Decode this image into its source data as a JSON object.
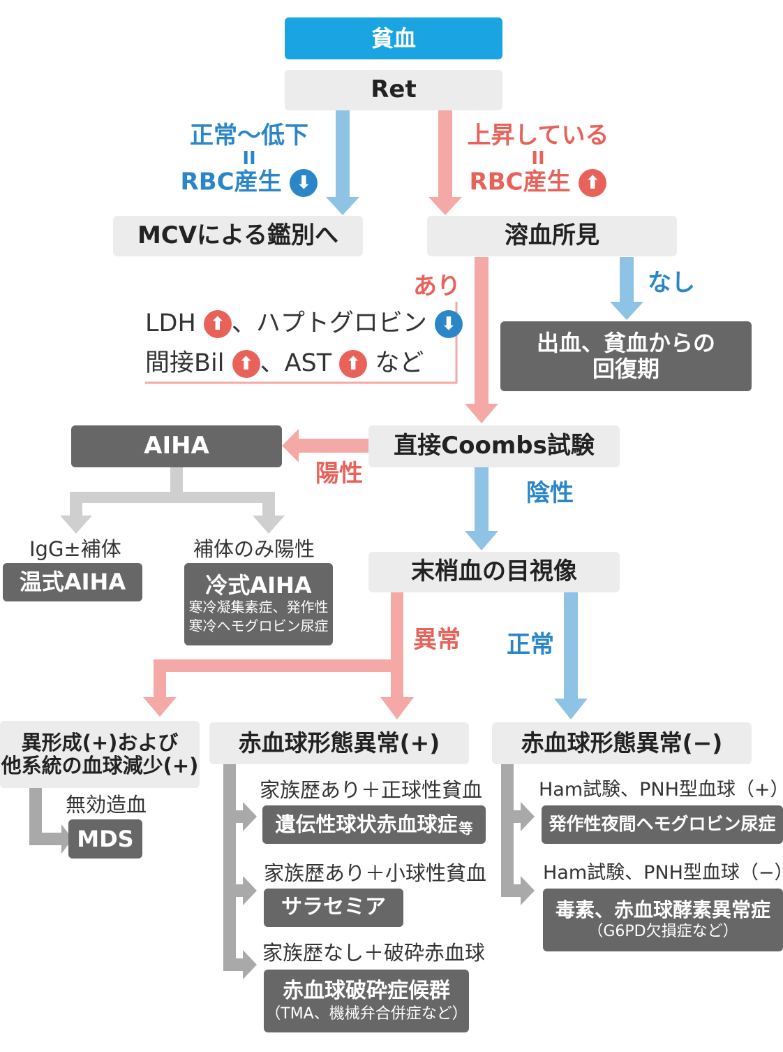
{
  "colors": {
    "accent_blue": "#1aa4e2",
    "label_blue": "#2a86c8",
    "label_red": "#e8625a",
    "arrow_blue": "#8ec3e6",
    "arrow_pink": "#f4a9a6",
    "arrow_gray": "#a9a9a9",
    "arrow_lightgray": "#cfcfcf"
  },
  "top": {
    "anemia": "貧血",
    "ret": "Ret"
  },
  "left_branch": {
    "line1": "正常〜低下",
    "line2": "II",
    "line3": "RBC産生",
    "icon": "down-arrow-circle"
  },
  "right_branch": {
    "line1": "上昇している",
    "line2": "II",
    "line3": "RBC産生",
    "icon": "up-arrow-circle"
  },
  "mcv_box": "MCVによる鑑別へ",
  "hemolysis_box": "溶血所見",
  "ari": "あり",
  "nashi": "なし",
  "indicators": {
    "ldh": "LDH",
    "sep1": "、ハプトグロビン",
    "bil": "間接Bil",
    "sep2": "、AST",
    "nado": "など"
  },
  "bleeding_box": {
    "line1": "出血、貧血からの",
    "line2": "回復期"
  },
  "coombs_box": "直接Coombs試験",
  "positive": "陽性",
  "negative": "陰性",
  "aiha_box": "AIHA",
  "warm": {
    "condition": "IgG±補体",
    "label": "温式AIHA"
  },
  "cold": {
    "condition": "補体のみ陽性",
    "label": "冷式AIHA",
    "sub1": "寒冷凝集素症、発作性",
    "sub2": "寒冷ヘモグロビン尿症"
  },
  "smear_box": "末梢血の目視像",
  "abnormal": "異常",
  "normal": "正常",
  "dysplasia_box": {
    "line1": "異形成(+)および",
    "line2": "他系統の血球減少(+)"
  },
  "morph_pos_box": "赤血球形態異常(+)",
  "morph_neg_box": "赤血球形態異常(−)",
  "mds": {
    "condition": "無効造血",
    "label": "MDS"
  },
  "spherocytosis": {
    "condition": "家族歴あり＋正球性貧血",
    "label": "遺伝性球状赤血球症",
    "suffix": "等"
  },
  "thalassemia": {
    "condition": "家族歴あり＋小球性貧血",
    "label": "サラセミア"
  },
  "fragmentation": {
    "condition": "家族歴なし＋破砕赤血球",
    "label": "赤血球破砕症候群",
    "sub": "（TMA、機械弁合併症など）"
  },
  "pnh": {
    "condition": "Ham試験、PNH型血球（+）",
    "label": "発作性夜間ヘモグロビン尿症"
  },
  "toxin": {
    "condition": "Ham試験、PNH型血球（−）",
    "label": "毒素、赤血球酵素異常症",
    "sub": "（G6PD欠損症など）"
  }
}
